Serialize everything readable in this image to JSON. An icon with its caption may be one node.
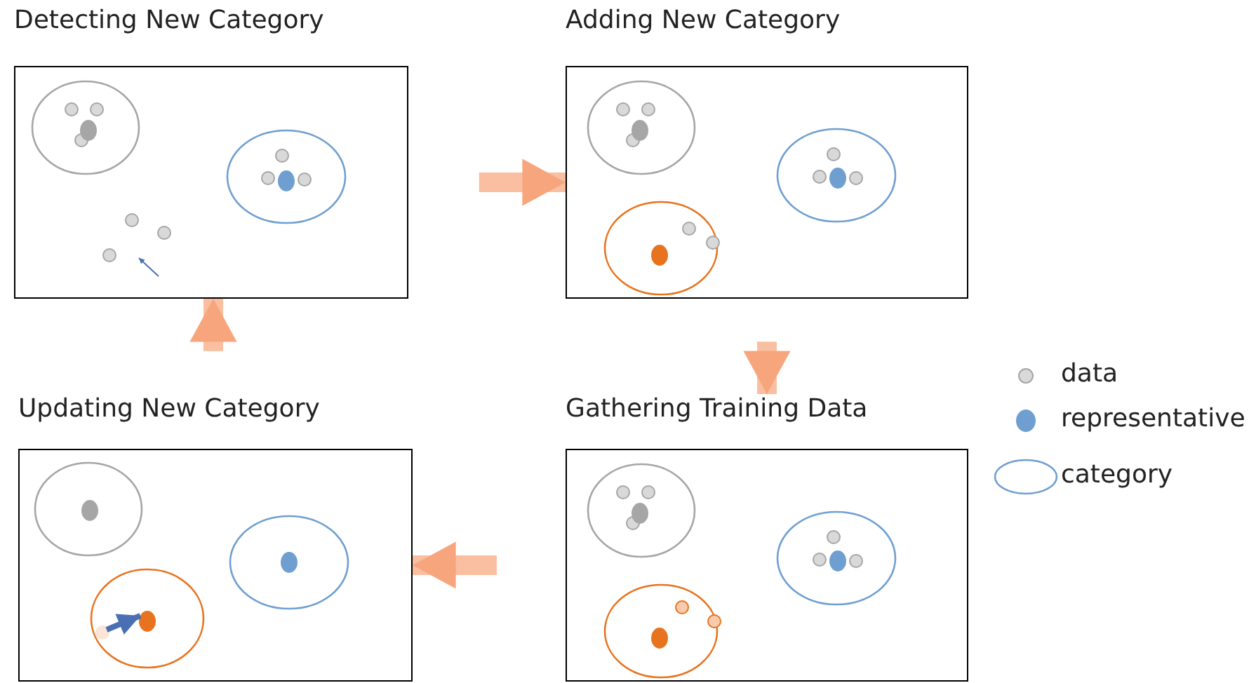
{
  "diagram": {
    "nodes": [
      {
        "text": [
          "Detecting New Category"
        ]
      },
      {
        "text": [
          "Adding New Category"
        ]
      },
      {
        "text": [
          "Updating New Category"
        ]
      },
      {
        "text": [
          "Gathering Training Data"
        ]
      }
    ],
    "edges": [
      {
        "from": 0,
        "to": 1,
        "arrow": "to"
      },
      {
        "from": 1,
        "to": 3,
        "arrow": "to"
      },
      {
        "from": 3,
        "to": 2,
        "arrow": "to"
      },
      {
        "from": 2,
        "to": 0,
        "arrow": "to"
      }
    ],
    "legend": [
      {
        "text": "data"
      },
      {
        "text": "representative"
      },
      {
        "text": "category"
      }
    ]
  }
}
